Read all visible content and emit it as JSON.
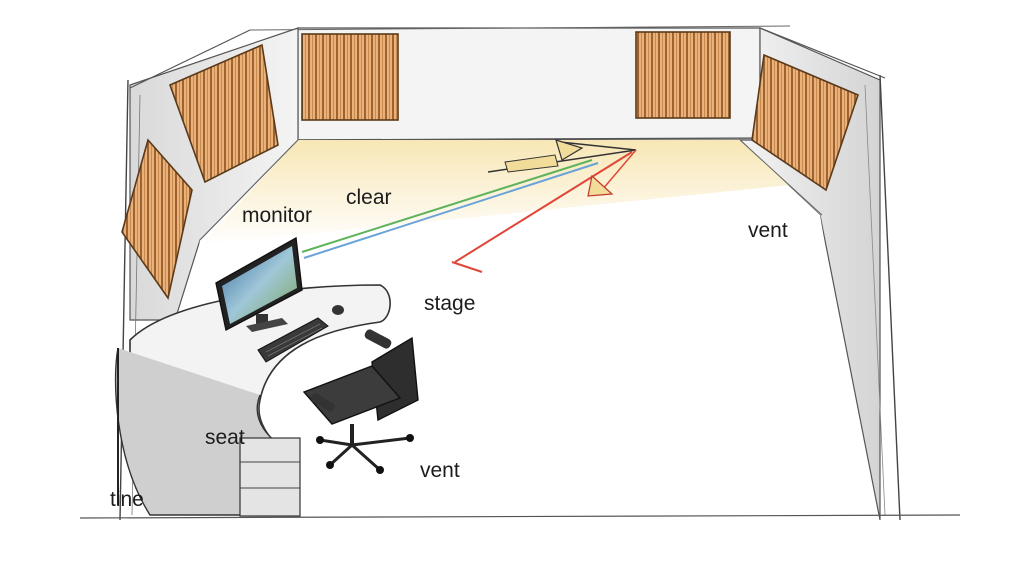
{
  "labels": {
    "monitor": "monitor",
    "clear": "clear",
    "stage": "stage",
    "vent_right": "vent",
    "seat": "seat",
    "vent_chair": "vent",
    "tine": "tine"
  },
  "colors": {
    "wood_light": "#e9b27a",
    "wood_dark": "#a0622e",
    "pencil": "#3a3a3a",
    "beam_green": "#5fb35a",
    "beam_blue": "#6aa3d8",
    "beam_red": "#e0473a",
    "floor_glow": "#f6e2a8"
  }
}
